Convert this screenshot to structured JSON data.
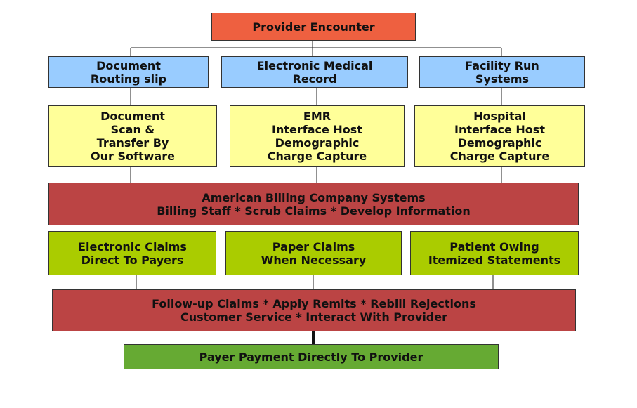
{
  "colors": {
    "top": "#ee6040",
    "source": "#99ccff",
    "capture": "#ffff99",
    "processing": "#bb4444",
    "claims": "#aacc00",
    "payment": "#66aa33"
  },
  "provider_encounter": "Provider Encounter",
  "sources": [
    {
      "line1": "Document",
      "line2": "Routing slip"
    },
    {
      "line1": "Electronic Medical",
      "line2": "Record"
    },
    {
      "line1": "Facility Run",
      "line2": "Systems"
    }
  ],
  "capture": [
    {
      "line1": "Document",
      "line2": "Scan &",
      "line3": "Transfer By",
      "line4": "Our Software"
    },
    {
      "line1": "EMR",
      "line2": "Interface Host",
      "line3": "Demographic",
      "line4": "Charge Capture"
    },
    {
      "line1": "Hospital",
      "line2": "Interface Host",
      "line3": "Demographic",
      "line4": "Charge Capture"
    }
  ],
  "billing_system": {
    "line1": "American Billing Company Systems",
    "line2": "Billing Staff * Scrub Claims * Develop Information"
  },
  "claims": [
    {
      "line1": "Electronic Claims",
      "line2": "Direct To Payers"
    },
    {
      "line1": "Paper Claims",
      "line2": "When Necessary"
    },
    {
      "line1": "Patient Owing",
      "line2": "Itemized Statements"
    }
  ],
  "followup": {
    "line1": "Follow-up Claims * Apply Remits * Rebill Rejections",
    "line2": "Customer Service * Interact With Provider"
  },
  "payment": "Payer Payment Directly To Provider"
}
